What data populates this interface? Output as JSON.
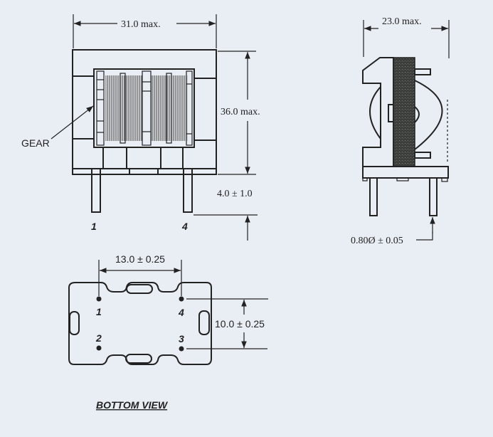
{
  "front_view": {
    "width_dim": "31.0 max.",
    "height_dim": "36.0 max.",
    "pin_length_dim": "4.0 ± 1.0",
    "gear_label": "GEAR",
    "pin_labels": [
      "1",
      "4"
    ]
  },
  "side_view": {
    "depth_dim": "23.0 max.",
    "pin_diameter_dim": "0.80Ø ± 0.05"
  },
  "bottom_view": {
    "title": "BOTTOM VIEW",
    "pin_spacing_x": "13.0 ± 0.25",
    "pin_spacing_y": "10.0 ± 0.25",
    "pin_labels": [
      "1",
      "2",
      "3",
      "4"
    ]
  }
}
